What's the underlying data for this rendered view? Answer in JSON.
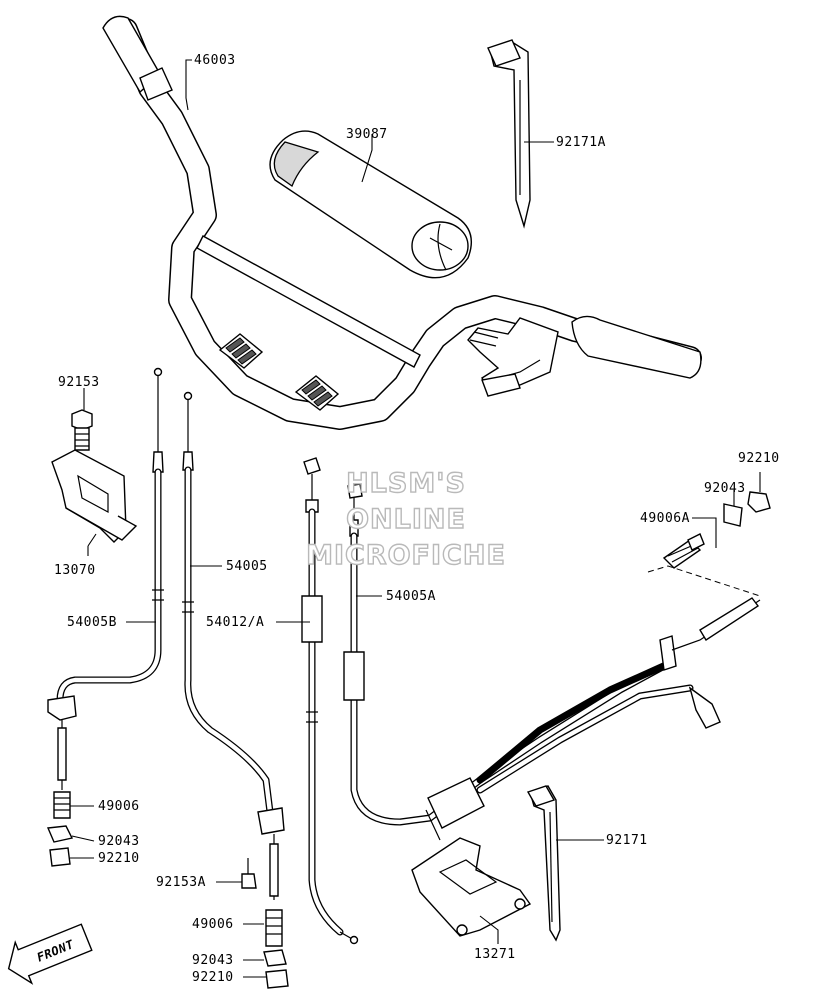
{
  "diagram": {
    "labels": {
      "p46003": "46003",
      "p39087": "39087",
      "p92171A": "92171A",
      "p92153_top": "92153",
      "p13070": "13070",
      "p54005": "54005",
      "p54005B": "54005B",
      "p54012A": "54012/A",
      "p54005A": "54005A",
      "p92210_right": "92210",
      "p92043_right": "92043",
      "p49006A": "49006A",
      "p49006_left": "49006",
      "p92043_left": "92043",
      "p92210_left": "92210",
      "p92153A": "92153A",
      "p49006_bottom": "49006",
      "p92043_bottom": "92043",
      "p92210_bottom": "92210",
      "p92171": "92171",
      "p13271": "13271"
    },
    "watermark": {
      "line1": "HLSM'S",
      "line2": "ONLINE",
      "line3": "MICROFICHE"
    },
    "front_badge": "FRONT"
  }
}
